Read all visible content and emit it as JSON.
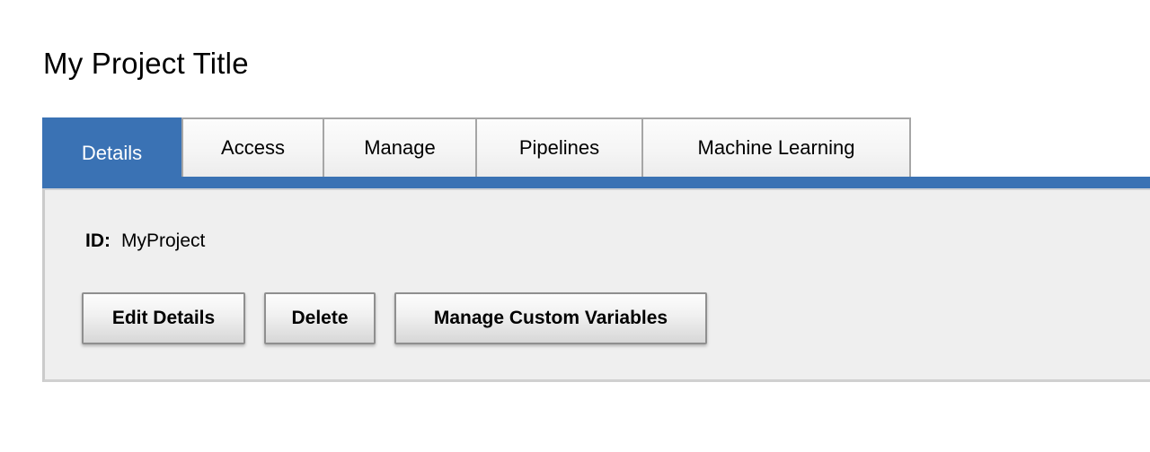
{
  "page": {
    "title": "My Project Title"
  },
  "tabs": [
    {
      "label": "Details",
      "state": "active"
    },
    {
      "label": "Access",
      "state": "inactive"
    },
    {
      "label": "Manage",
      "state": "inactive"
    },
    {
      "label": "Pipelines",
      "state": "inactive"
    },
    {
      "label": "Machine Learning",
      "state": "inactive"
    }
  ],
  "details_panel": {
    "id_label": "ID:",
    "id_value": "MyProject",
    "buttons": {
      "edit": "Edit Details",
      "delete": "Delete",
      "manage_custom_variables": "Manage Custom Variables"
    }
  },
  "colors": {
    "accent_blue": "#3a72b4",
    "panel_background": "#efefef",
    "tab_border_gray": "#a6a6a6",
    "button_border_gray": "#8f8f8f",
    "panel_border_gray": "#cbcbcb"
  }
}
